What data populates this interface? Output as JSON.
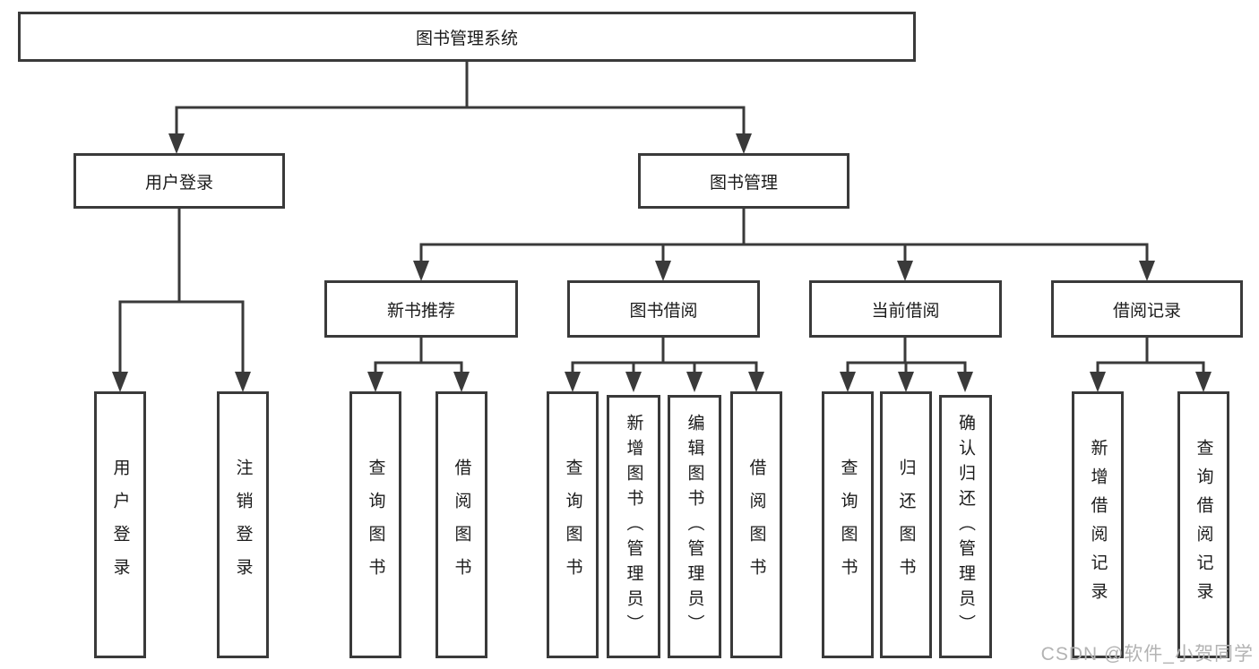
{
  "diagram": {
    "title": "图书管理系统",
    "level2": [
      {
        "label": "用户登录"
      },
      {
        "label": "图书管理"
      }
    ],
    "level3": [
      {
        "label": "新书推荐"
      },
      {
        "label": "图书借阅"
      },
      {
        "label": "当前借阅"
      },
      {
        "label": "借阅记录"
      }
    ],
    "leaves": {
      "user_login": [
        "用户登录",
        "注销登录"
      ],
      "new_book": [
        "查询图书",
        "借阅图书"
      ],
      "book_borrow": [
        "查询图书",
        "新增图书（管理员）",
        "编辑图书（管理员）",
        "借阅图书"
      ],
      "current_borrow": [
        "查询图书",
        "归还图书",
        "确认归还（管理员）"
      ],
      "records": [
        "新增借阅记录",
        "查询借阅记录"
      ]
    }
  },
  "watermark": "CSDN @软件_小贺同学",
  "colors": {
    "line": "#3a3a3a",
    "text": "#1b1b1b",
    "watermark": "#b3b3b3",
    "bg": "#ffffff"
  }
}
